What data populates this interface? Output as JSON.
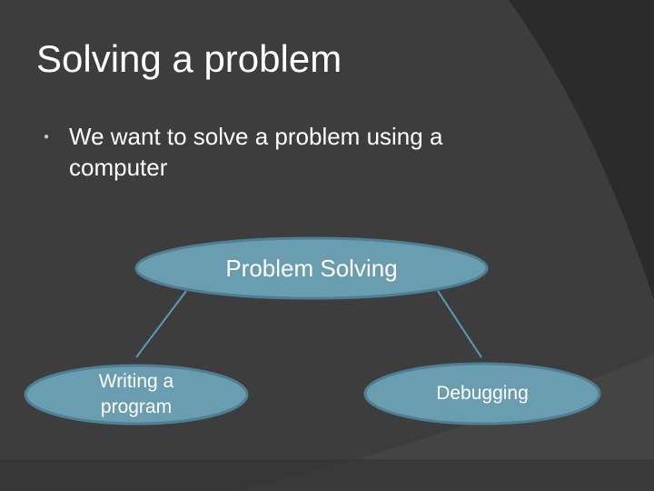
{
  "slide": {
    "title": "Solving a problem",
    "bullets": [
      {
        "text": "We want to solve a problem using a computer"
      }
    ]
  },
  "diagram": {
    "root": {
      "label": "Problem Solving"
    },
    "children": [
      {
        "label": "Writing a program"
      },
      {
        "label": "Debugging"
      }
    ]
  },
  "colors": {
    "background": "#2f2f2f",
    "background_light": "#3d3d3d",
    "node_fill": "#6b9db0",
    "node_stroke": "#4f7f95",
    "connector": "#5b9bb8",
    "text": "#ffffff"
  }
}
